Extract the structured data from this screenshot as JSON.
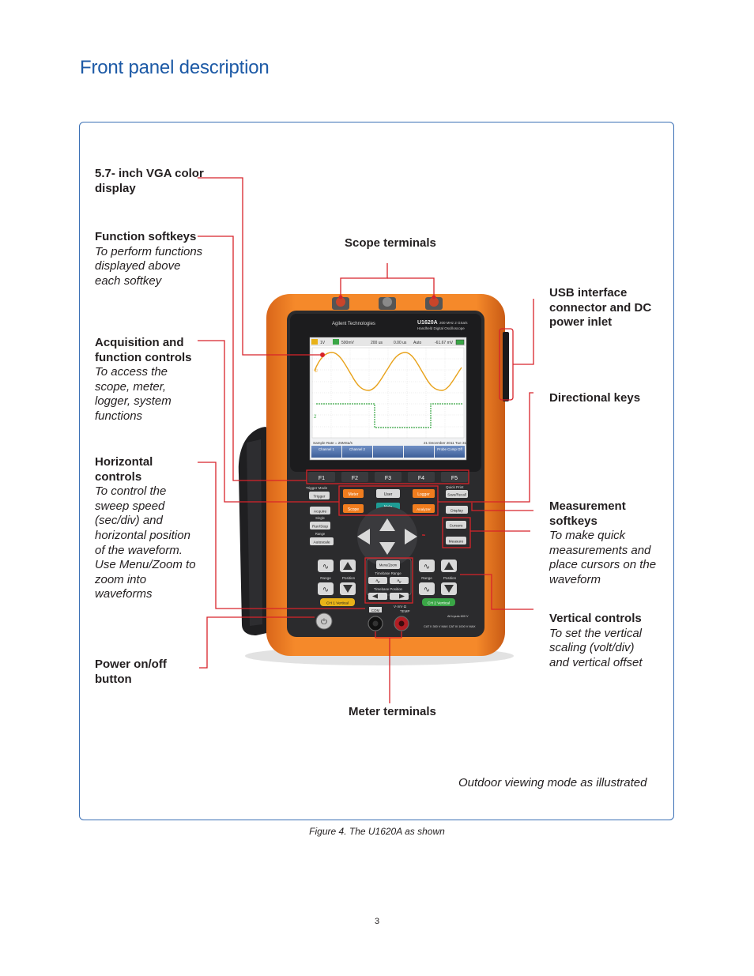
{
  "page": {
    "title": "Front panel description",
    "note": "Outdoor viewing mode as illustrated",
    "caption": "Figure 4. The U1620A as shown",
    "page_number": "3"
  },
  "callouts": {
    "display": {
      "heading": "5.7- inch VGA color display"
    },
    "function_softkeys": {
      "heading": "Function softkeys",
      "desc": "To perform functions displayed above each softkey"
    },
    "acquisition": {
      "heading": "Acquisition and function controls",
      "desc": "To access the scope, meter, logger, system functions"
    },
    "horizontal": {
      "heading": "Horizontal controls",
      "desc": "To control the sweep speed (sec/div) and horizontal position of the waveform. Use Menu/Zoom to zoom into waveforms"
    },
    "power": {
      "heading": "Power on/off button"
    },
    "scope_terminals": {
      "heading": "Scope terminals"
    },
    "usb": {
      "heading": "USB interface connector and DC power inlet"
    },
    "directional": {
      "heading": "Directional keys"
    },
    "measurement": {
      "heading": "Measurement softkeys",
      "desc": "To make quick measurements and place cursors on the waveform"
    },
    "vertical": {
      "heading": "Vertical controls",
      "desc": "To set the vertical scaling (volt/div) and vertical offset"
    },
    "meter_terminals": {
      "heading": "Meter terminals"
    }
  },
  "device": {
    "brand": "Agilent Technologies",
    "model": "U1620A",
    "model_sub": "200 MHz  2 GSa/s",
    "model_desc": "Handheld Digital Oscilloscope",
    "screen": {
      "top_items": [
        "1V",
        "500mV",
        "200 us",
        "0.00 us",
        "Auto",
        "-61.67 mV"
      ],
      "sample_rate": "Sample Rate = 25MSa/s",
      "date": "21 December 2011  Tue 31",
      "softkeys": [
        "Channel 1",
        "Channel 2",
        "",
        "",
        "Probe Comp Off"
      ]
    },
    "fkeys": [
      "F1",
      "F2",
      "F3",
      "F4",
      "F5"
    ],
    "labels": {
      "trigger_mode": "Trigger Mode",
      "trigger": "Trigger",
      "meter": "Meter",
      "user": "User",
      "logger": "Logger",
      "quick_print": "Quick Print",
      "save_recall": "Save/Recall",
      "scope": "Scope",
      "help": "Help",
      "analyzer": "Analyzer",
      "acquire": "Acquire",
      "single": "Single",
      "run_stop": "Run/Stop",
      "range": "Range",
      "autoscale": "Autoscale",
      "display": "Display",
      "cursors": "Cursors",
      "measure": "Measure",
      "menu_zoom": "Menu/Zoom",
      "timebase_range": "Timebase Range",
      "timebase_position": "Timebase Position",
      "range_l": "Range",
      "position_l": "Position",
      "range_r": "Range",
      "position_r": "Position",
      "ch1_vertical": "CH 1 Vertical",
      "ch2_vertical": "CH 2 Vertical",
      "com": "COM",
      "v_mv": "V·mV·Ω",
      "temp": "TEMP",
      "cat": "CAT II 300 V MAX  CAT III 1000 V MAX",
      "inputs": "All Inputs 600 V"
    }
  },
  "colors": {
    "title_blue": "#1d5aa6",
    "frame_blue": "#3a6fb5",
    "leader_red": "#d8232a",
    "body_orange": "#f07d1e",
    "panel_dark": "#2b2b2d",
    "ch1_yellow": "#e8b219",
    "ch2_green": "#3aa646"
  }
}
